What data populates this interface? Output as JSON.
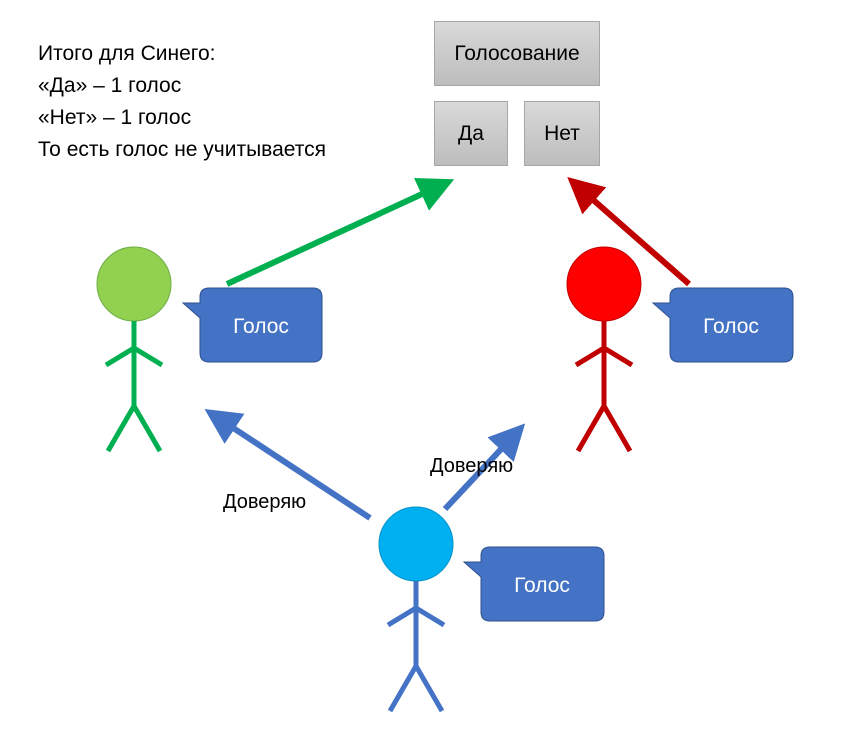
{
  "summary": {
    "line1": "Итого для Синего:",
    "line2": "«Да» – 1 голос",
    "line3": "«Нет» – 1 голос",
    "line4": "То есть голос не учитывается"
  },
  "voting": {
    "title": "Голосование",
    "yes": "Да",
    "no": "Нет"
  },
  "bubbles": {
    "green": "Голос",
    "red": "Голос",
    "blue": "Голос"
  },
  "trust": {
    "left": "Доверяю",
    "right": "Доверяю"
  },
  "colors": {
    "green_figure": "#92d050",
    "green_line": "#00b050",
    "red_figure": "#ff0000",
    "red_line": "#c00000",
    "blue_figure": "#00b0f0",
    "blue_line": "#4472c4",
    "bubble": "#4472c4"
  }
}
